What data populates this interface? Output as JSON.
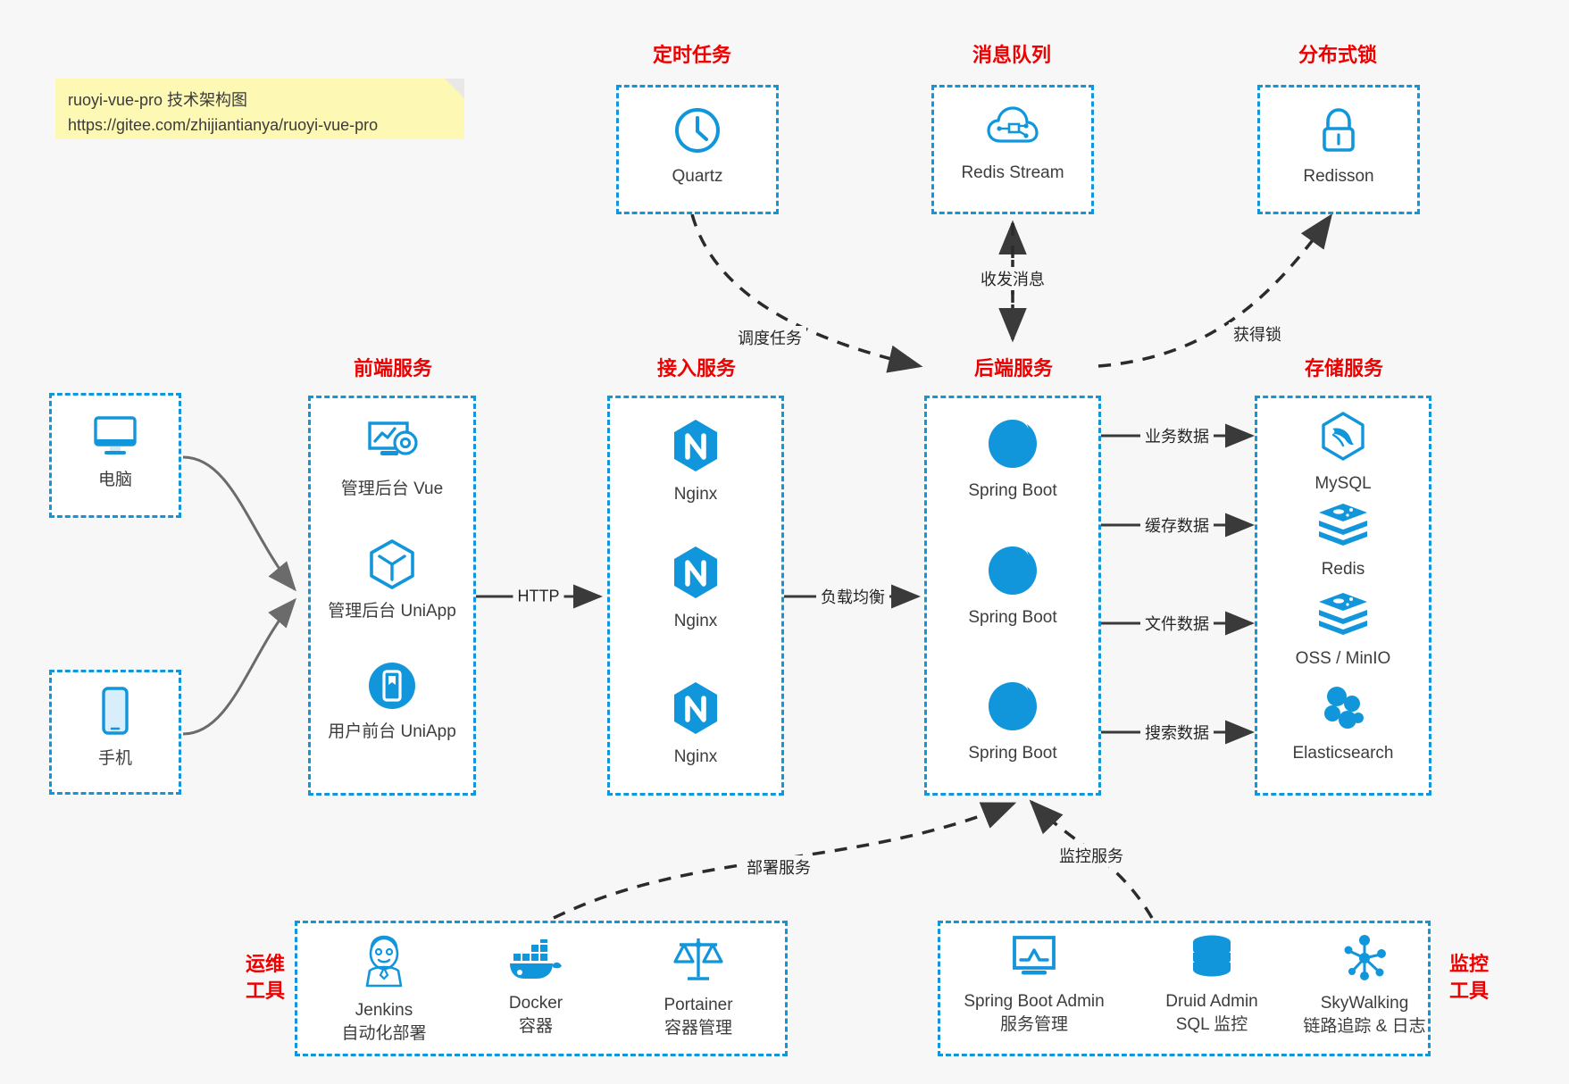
{
  "note": {
    "line1": "ruoyi-vue-pro 技术架构图",
    "line2": "https://gitee.com/zhijiantianya/ruoyi-vue-pro"
  },
  "colors": {
    "accent": "#1296db",
    "group_title": "#ee0000",
    "text": "#3d3d3d",
    "background": "#f7f7f7",
    "note_background": "#fdf9b4",
    "edge": "#5a5a5a"
  },
  "groups": {
    "scheduler": {
      "title": "定时任务"
    },
    "mq": {
      "title": "消息队列"
    },
    "lock": {
      "title": "分布式锁"
    },
    "frontend": {
      "title": "前端服务"
    },
    "gateway": {
      "title": "接入服务"
    },
    "backend": {
      "title": "后端服务"
    },
    "storage": {
      "title": "存储服务"
    },
    "devops": {
      "title": "运维\n工具",
      "title_l1": "运维",
      "title_l2": "工具"
    },
    "monitor": {
      "title": "监控\n工具",
      "title_l1": "监控",
      "title_l2": "工具"
    }
  },
  "nodes": {
    "quartz": {
      "label": "Quartz",
      "icon": "clock-icon"
    },
    "redis_stream": {
      "label": "Redis Stream",
      "icon": "cloud-network-icon"
    },
    "redisson": {
      "label": "Redisson",
      "icon": "lock-icon"
    },
    "pc": {
      "label": "电脑",
      "icon": "monitor-icon"
    },
    "mobile": {
      "label": "手机",
      "icon": "smartphone-icon"
    },
    "admin_vue": {
      "label": "管理后台 Vue",
      "icon": "dashboard-gear-icon"
    },
    "admin_uniapp": {
      "label": "管理后台 UniApp",
      "icon": "hexagon-cube-icon"
    },
    "user_uniapp": {
      "label": "用户前台 UniApp",
      "icon": "mobile-app-icon"
    },
    "nginx1": {
      "label": "Nginx",
      "icon": "nginx-icon"
    },
    "nginx2": {
      "label": "Nginx",
      "icon": "nginx-icon"
    },
    "nginx3": {
      "label": "Nginx",
      "icon": "nginx-icon"
    },
    "springboot1": {
      "label": "Spring Boot",
      "icon": "spring-leaf-icon"
    },
    "springboot2": {
      "label": "Spring Boot",
      "icon": "spring-leaf-icon"
    },
    "springboot3": {
      "label": "Spring Boot",
      "icon": "spring-leaf-icon"
    },
    "mysql": {
      "label": "MySQL",
      "icon": "mysql-dolphin-icon"
    },
    "redis": {
      "label": "Redis",
      "icon": "redis-stack-icon"
    },
    "oss": {
      "label": "OSS / MinIO",
      "icon": "redis-stack-icon"
    },
    "elasticsearch": {
      "label": "Elasticsearch",
      "icon": "elasticsearch-icon"
    },
    "jenkins": {
      "label": "Jenkins",
      "sub": "自动化部署",
      "icon": "jenkins-butler-icon"
    },
    "docker": {
      "label": "Docker",
      "sub": "容器",
      "icon": "docker-whale-icon"
    },
    "portainer": {
      "label": "Portainer",
      "sub": "容器管理",
      "icon": "scales-icon"
    },
    "sba": {
      "label": "Spring Boot Admin",
      "sub": "服务管理",
      "icon": "monitor-chart-icon"
    },
    "druid": {
      "label": "Druid Admin",
      "sub": "SQL 监控",
      "icon": "database-icon"
    },
    "skywalking": {
      "label": "SkyWalking",
      "sub": "链路追踪 & 日志",
      "icon": "skywalking-nodes-icon"
    }
  },
  "edges": {
    "schedule_task": "调度任务",
    "send_receive_message": "收发消息",
    "acquire_lock": "获得锁",
    "http": "HTTP",
    "load_balance": "负载均衡",
    "business_data": "业务数据",
    "cache_data": "缓存数据",
    "file_data": "文件数据",
    "search_data": "搜索数据",
    "deploy_service": "部署服务",
    "monitor_service": "监控服务"
  }
}
